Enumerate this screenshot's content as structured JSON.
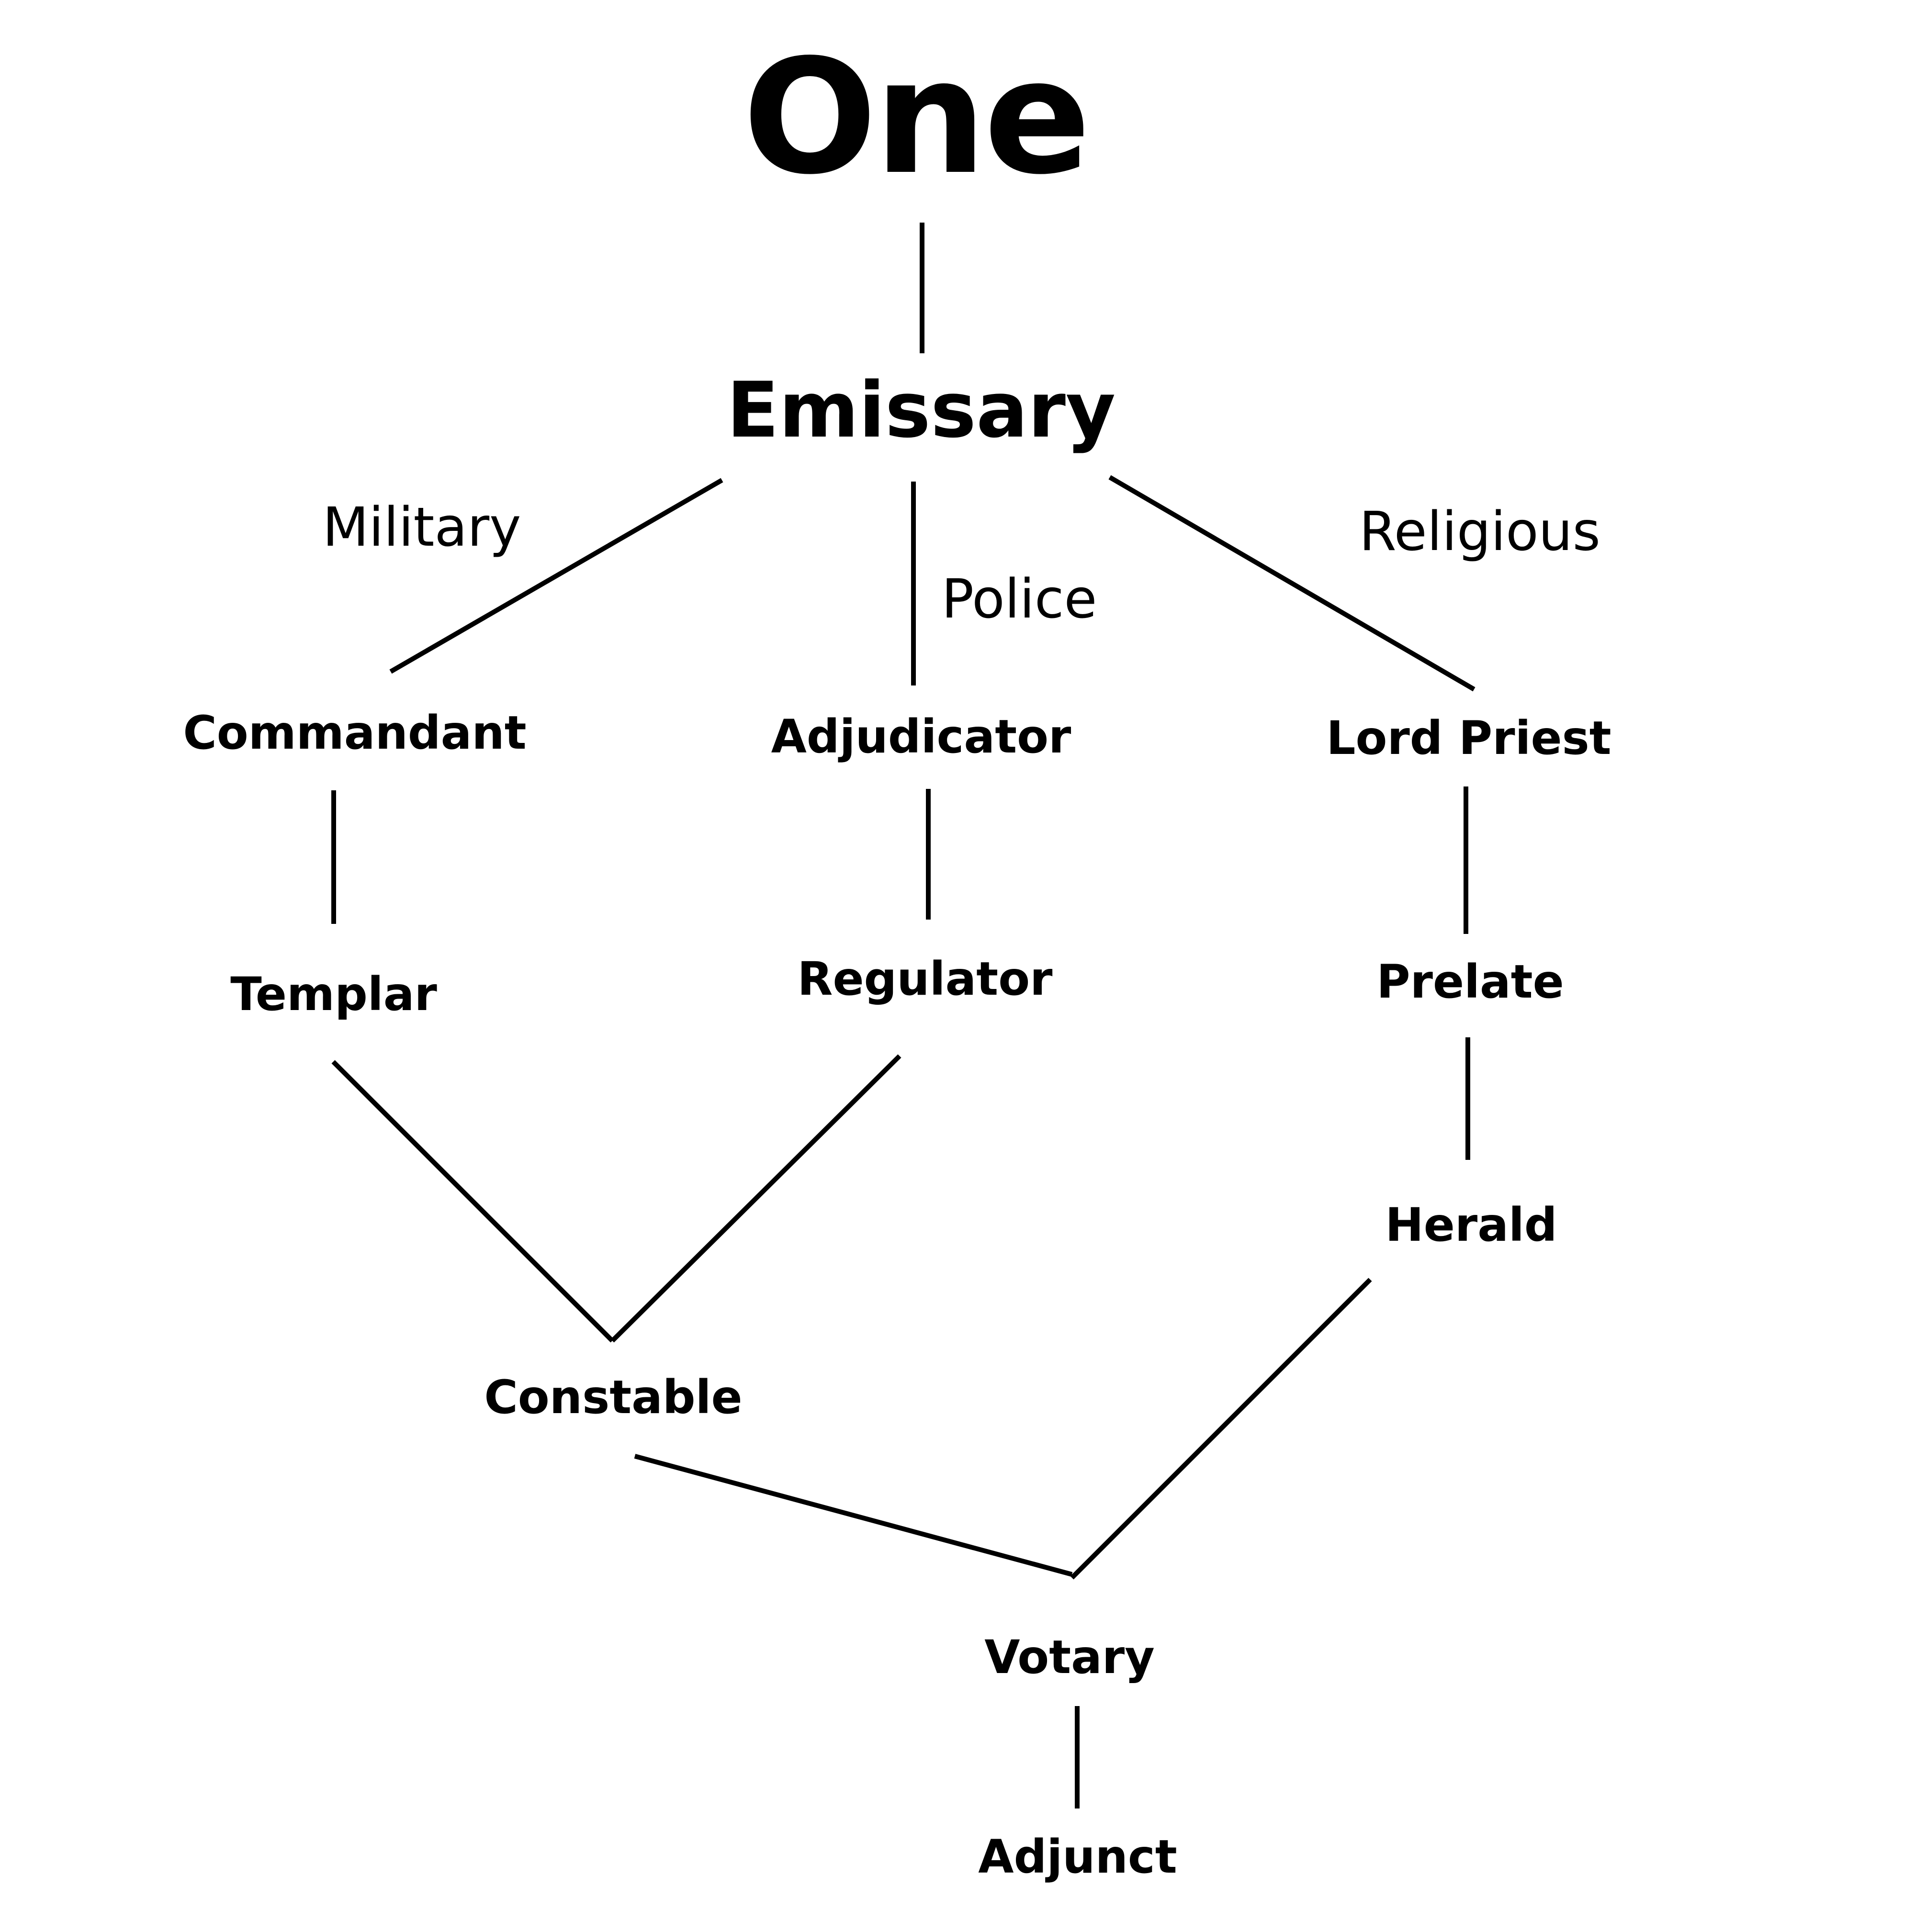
{
  "nodes": {
    "one": "One",
    "emissary": "Emissary",
    "commandant": "Commandant",
    "adjudicator": "Adjudicator",
    "lord_priest": "Lord Priest",
    "templar": "Templar",
    "regulator": "Regulator",
    "prelate": "Prelate",
    "herald": "Herald",
    "constable": "Constable",
    "votary": "Votary",
    "adjunct": "Adjunct"
  },
  "branches": {
    "military": "Military",
    "police": "Police",
    "religious": "Religious"
  },
  "edges": [
    {
      "from": "one",
      "to": "emissary"
    },
    {
      "from": "emissary",
      "to": "commandant",
      "branch": "military"
    },
    {
      "from": "emissary",
      "to": "adjudicator",
      "branch": "police"
    },
    {
      "from": "emissary",
      "to": "lord_priest",
      "branch": "religious"
    },
    {
      "from": "commandant",
      "to": "templar"
    },
    {
      "from": "adjudicator",
      "to": "regulator"
    },
    {
      "from": "lord_priest",
      "to": "prelate"
    },
    {
      "from": "prelate",
      "to": "herald"
    },
    {
      "from": "templar",
      "to": "constable"
    },
    {
      "from": "regulator",
      "to": "constable"
    },
    {
      "from": "constable",
      "to": "votary"
    },
    {
      "from": "herald",
      "to": "votary"
    },
    {
      "from": "votary",
      "to": "adjunct"
    }
  ]
}
